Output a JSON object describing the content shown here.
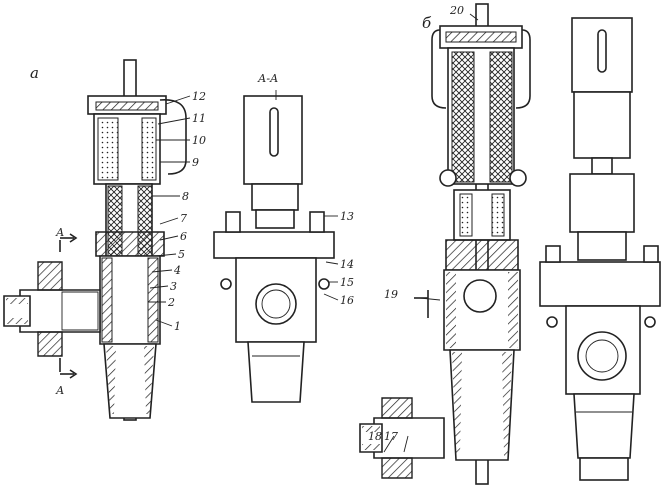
{
  "views": {
    "a": "а",
    "b": "б",
    "section": "А-А",
    "arrow_top": "А",
    "arrow_bottom": "А"
  },
  "callouts": [
    "12",
    "11",
    "10",
    "9",
    "8",
    "7",
    "6",
    "5",
    "4",
    "3",
    "2",
    "1",
    "13",
    "14",
    "15",
    "16",
    "20",
    "19",
    "18",
    "17"
  ]
}
